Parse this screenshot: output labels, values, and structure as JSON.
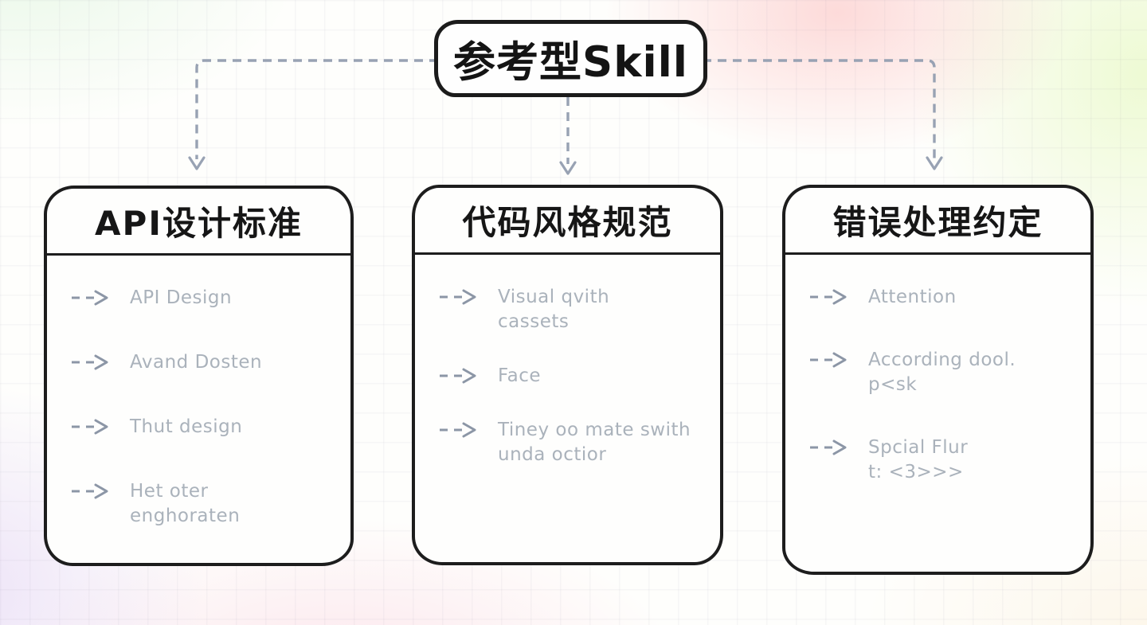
{
  "title": {
    "label": "参考型Skill"
  },
  "colors": {
    "node_border": "#1d1d1d",
    "header_text": "#161616",
    "item_text": "#aab2bb",
    "connector": "#98a2b3",
    "card_background": "#fefefd"
  },
  "boxes": [
    {
      "header": "API设计标准",
      "items": [
        {
          "line1": "API Design",
          "line2": ""
        },
        {
          "line1": "Avand Dosten",
          "line2": ""
        },
        {
          "line1": "Thut design",
          "line2": ""
        },
        {
          "line1": "Het oter",
          "line2": "enghoraten"
        }
      ]
    },
    {
      "header": "代码风格规范",
      "items": [
        {
          "line1": "Visual qvith",
          "line2": "cassets"
        },
        {
          "line1": "Face",
          "line2": ""
        },
        {
          "line1": "Tiney oo mate swith",
          "line2": "unda octior"
        }
      ]
    },
    {
      "header": "错误处理约定",
      "items": [
        {
          "line1": "Attention",
          "line2": ""
        },
        {
          "line1": "According dool.",
          "line2": "p<sk"
        },
        {
          "line1": "Spcial Flur",
          "line2": "t: <3>>>"
        }
      ]
    }
  ]
}
